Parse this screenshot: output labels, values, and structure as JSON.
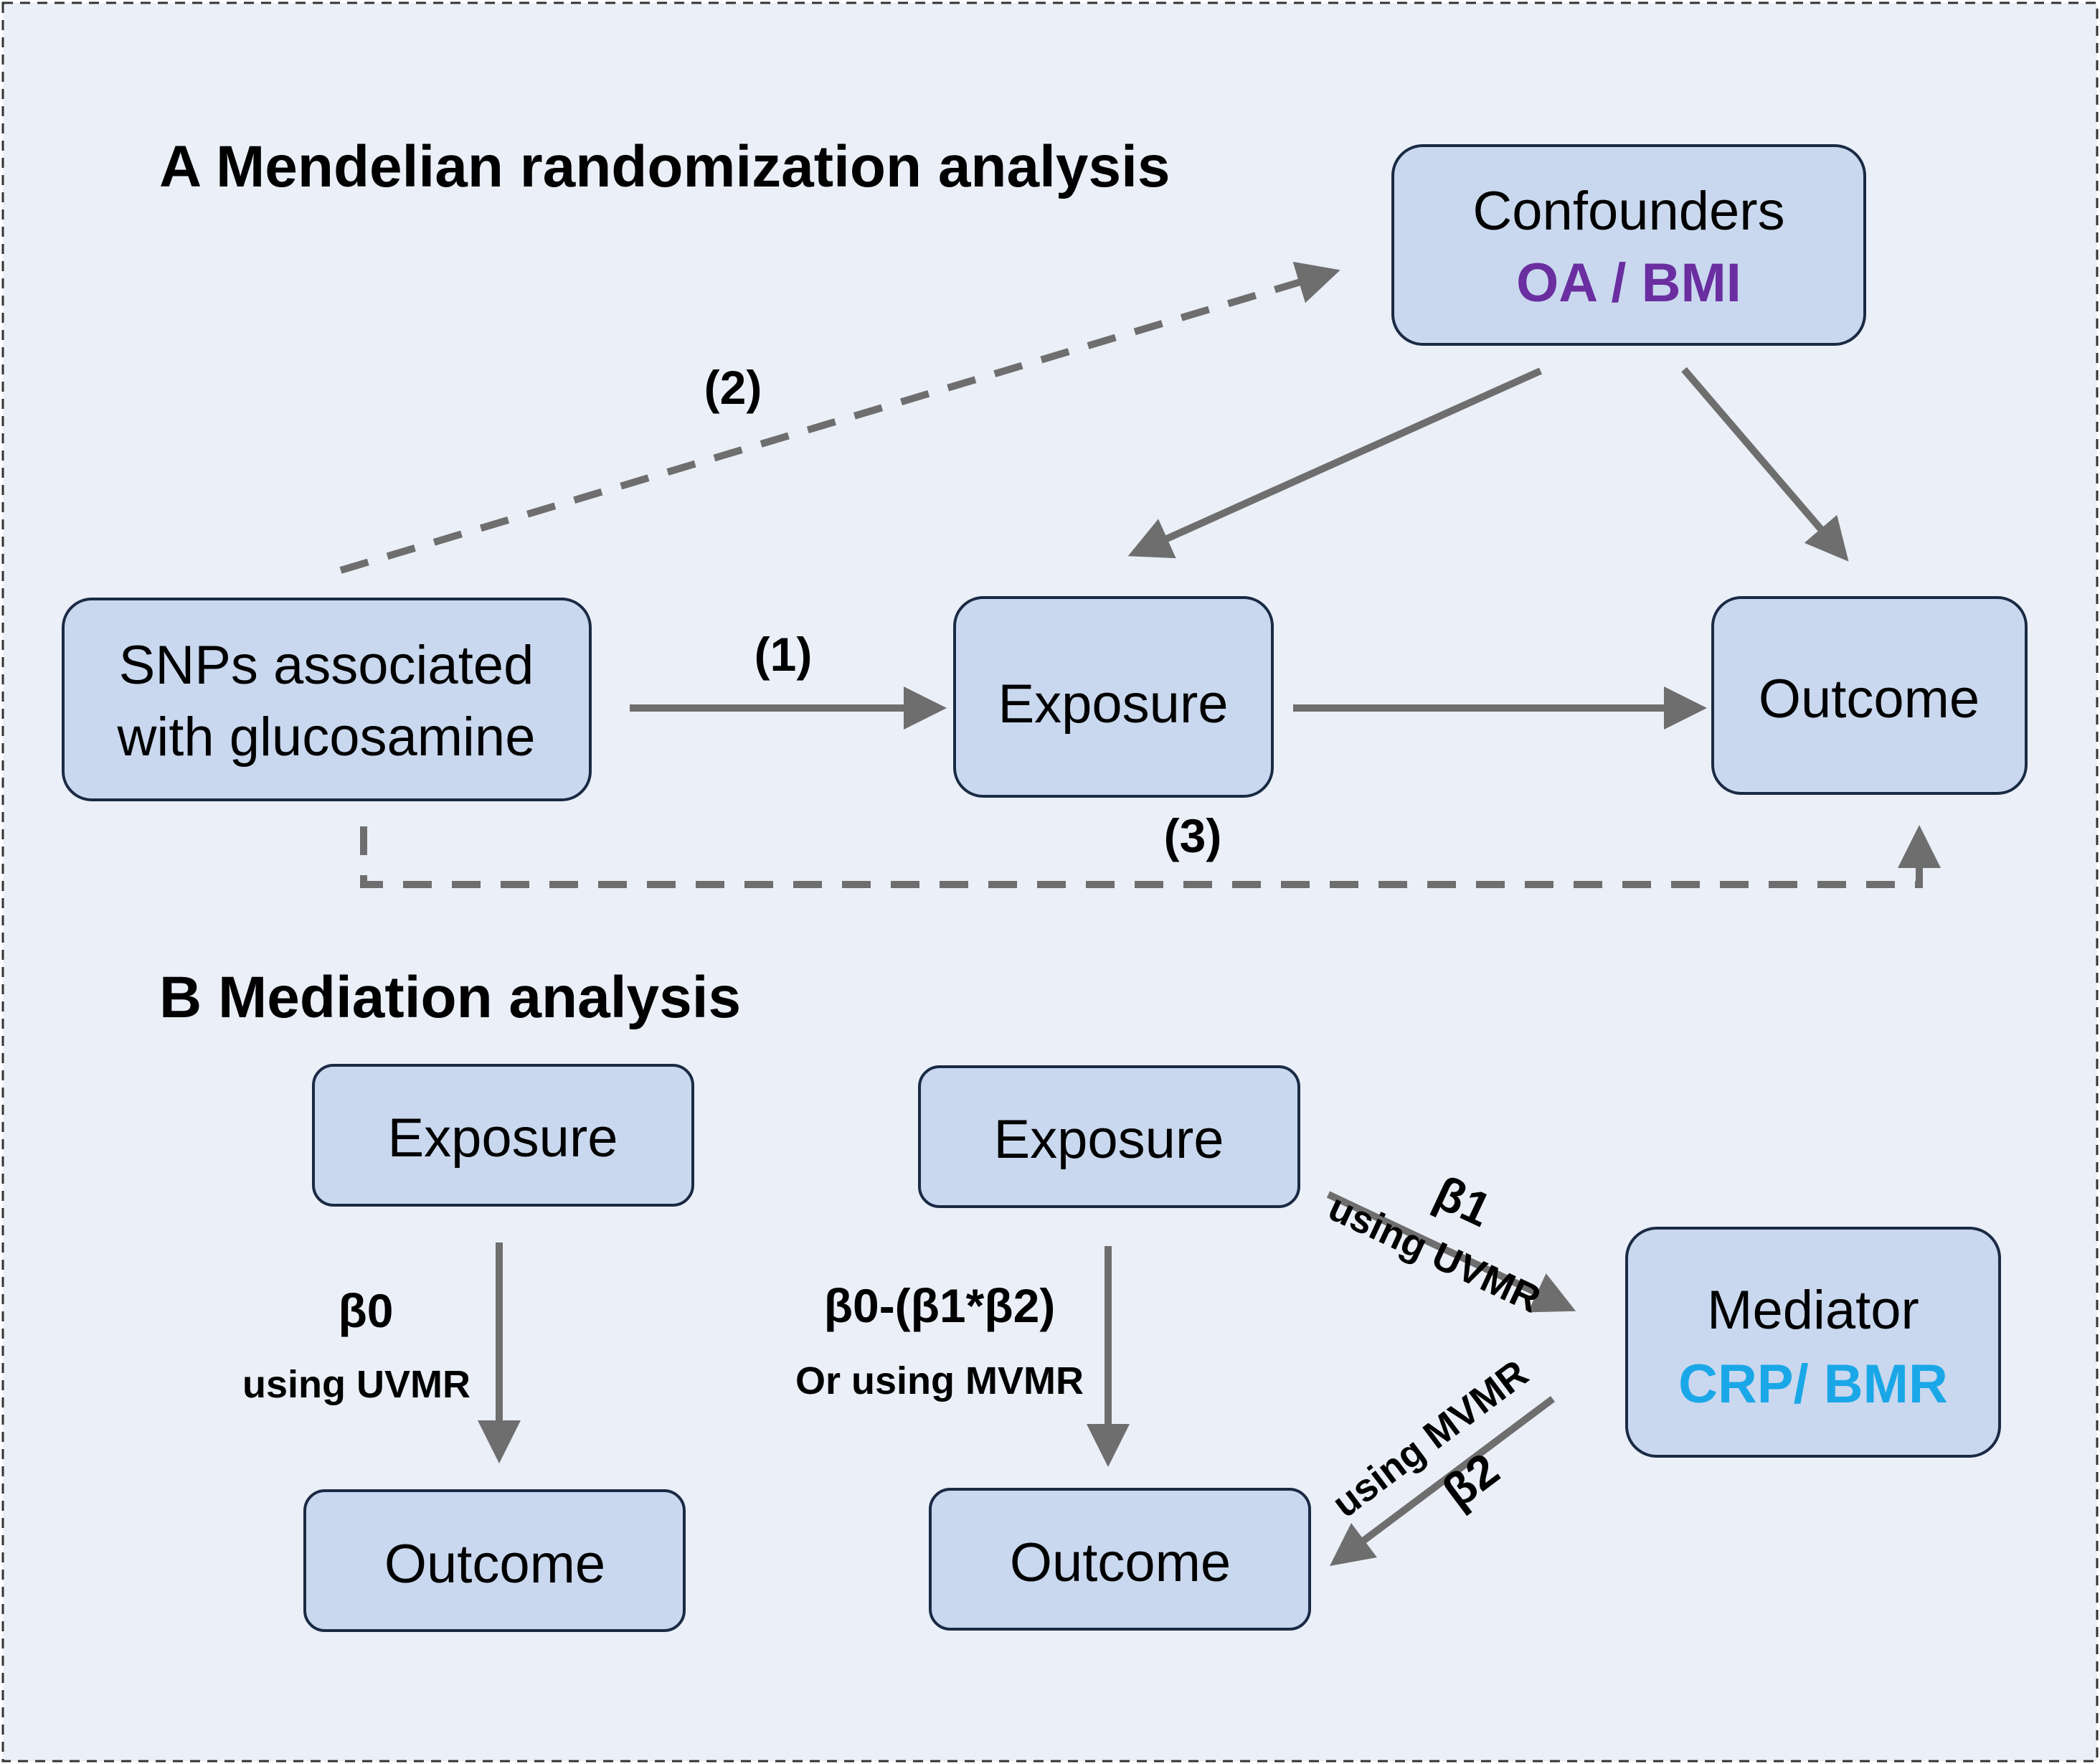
{
  "section_a": {
    "heading": "A Mendelian randomization analysis",
    "confounders": {
      "title": "Confounders",
      "detail": "OA / BMI"
    },
    "snps": {
      "line1": "SNPs associated",
      "line2": "with glucosamine"
    },
    "exposure": "Exposure",
    "outcome": "Outcome",
    "path_labels": [
      "(1)",
      "(2)",
      "(3)"
    ]
  },
  "section_b": {
    "heading": "B Mediation analysis",
    "left": {
      "exposure": "Exposure",
      "outcome": "Outcome",
      "beta": "β0",
      "method": "using UVMR"
    },
    "right": {
      "exposure": "Exposure",
      "outcome": "Outcome",
      "mediator": {
        "title": "Mediator",
        "detail": "CRP/ BMR"
      },
      "direct_beta": "β0-(β1*β2)",
      "direct_method": "Or using MVMR",
      "beta1": "β1",
      "beta1_method": "using UVMR",
      "beta2": "β2",
      "beta2_method": "using MVMR"
    }
  },
  "colors": {
    "background": "#eaeff8",
    "box_fill": "#c9d8ee",
    "arrow": "#6e6e6e",
    "confounder_detail": "#6a2ea0",
    "mediator_detail": "#1aa7e8"
  }
}
